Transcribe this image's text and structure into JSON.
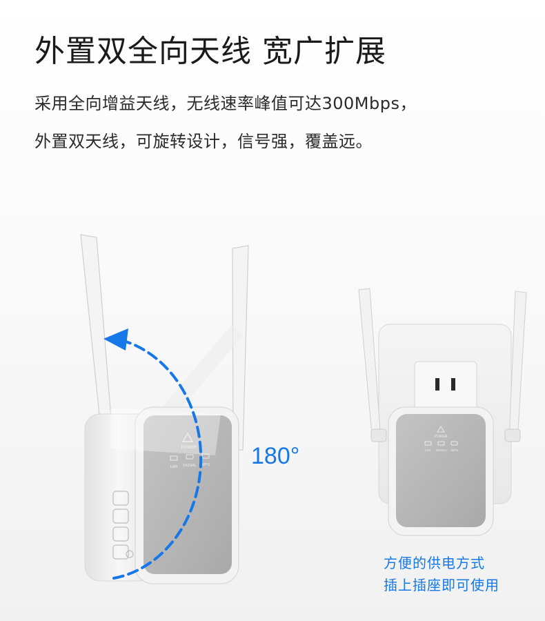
{
  "heading": "外置双全向天线 宽广扩展",
  "description": {
    "line1": "采用全向增益天线，无线速率峰值可达300Mbps，",
    "line2": "外置双天线，可旋转设计，信号强，覆盖远。"
  },
  "rotation_label": "180°",
  "device_labels": {
    "power": "POWER",
    "lan": "LAN",
    "signal": "SIGNAL",
    "wps": "WPS"
  },
  "caption": {
    "line1": "方便的供电方式",
    "line2": "插上插座即可使用"
  },
  "colors": {
    "accent": "#1577e8",
    "device_body": "#f2f2f2",
    "device_panel": "#b3b3b3"
  },
  "icons": [
    "warning-triangle-icon",
    "rotation-arrow-icon",
    "wall-outlet-icon"
  ]
}
